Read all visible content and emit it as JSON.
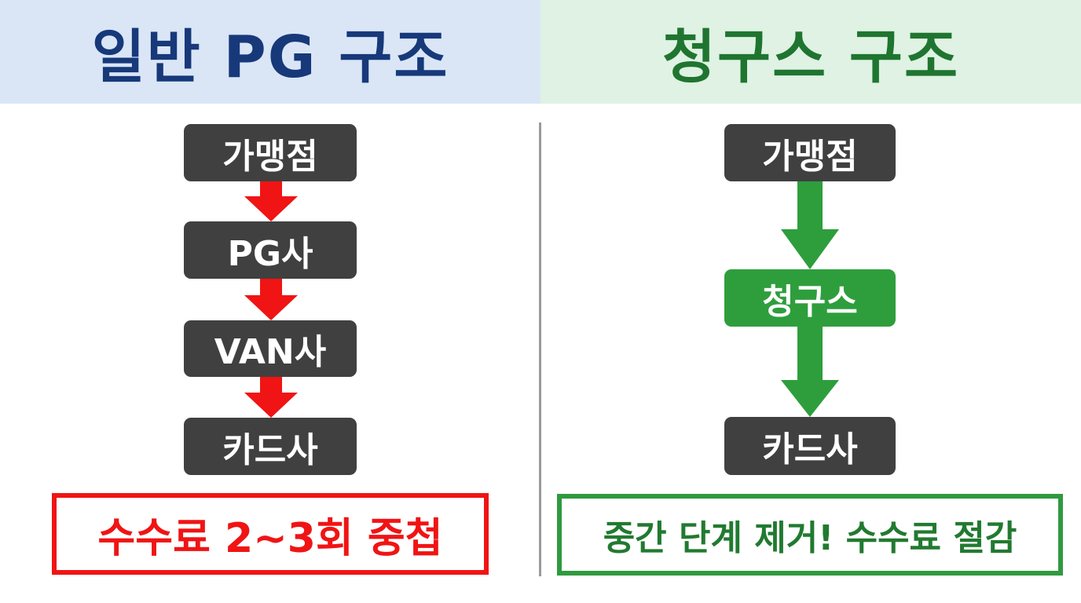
{
  "left": {
    "title": "일반 PG 구조",
    "nodes": [
      "가맹점",
      "PG사",
      "VAN사",
      "카드사"
    ],
    "callout": "수수료 2~3회 중첩",
    "accent_color": "#f01414"
  },
  "right": {
    "title": "청구스 구조",
    "nodes": [
      "가맹점",
      "청구스",
      "카드사"
    ],
    "callout": "중간 단계 제거! 수수료 절감",
    "accent_color": "#2e9e3c"
  }
}
